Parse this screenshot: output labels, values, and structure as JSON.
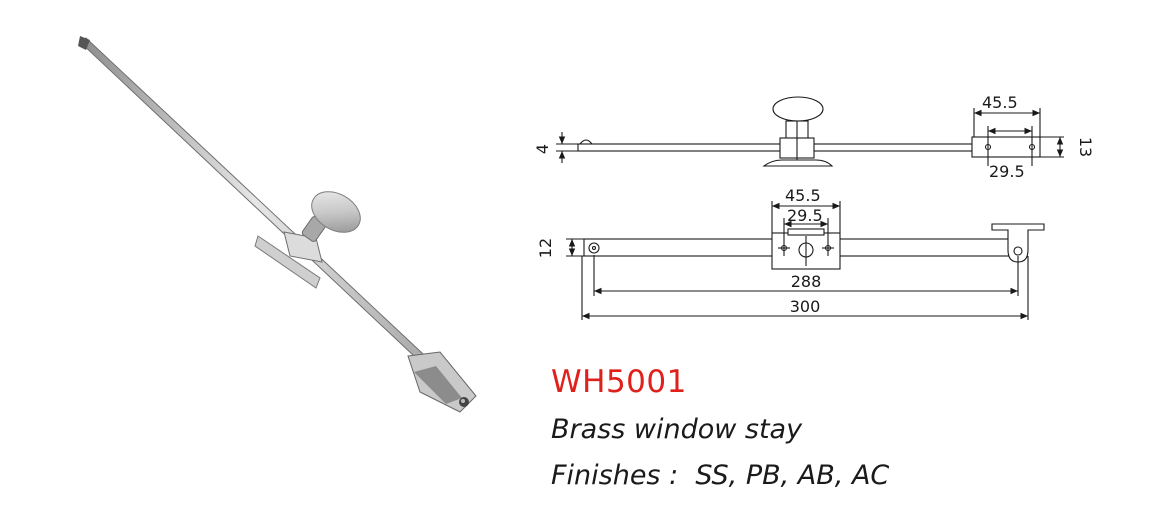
{
  "product": {
    "code": "WH5001",
    "description": "Brass window stay",
    "finishes": "Finishes :  SS, PB, AB, AC"
  },
  "dimensions": {
    "top_pin_spacing_outer": "45.5",
    "top_pin_spacing_inner": "29.5",
    "top_bar_height": "4",
    "top_end_plate_height": "13",
    "mid_pin_spacing_outer": "45.5",
    "mid_pin_spacing_inner": "29.5",
    "bar_height": "12",
    "pivot_to_pivot": "288",
    "overall_length": "300"
  },
  "colors": {
    "code": "#e0201b",
    "line": "#1a1a1a",
    "metal_light": "#d9d9d9",
    "metal_dark": "#7a7a7a"
  }
}
